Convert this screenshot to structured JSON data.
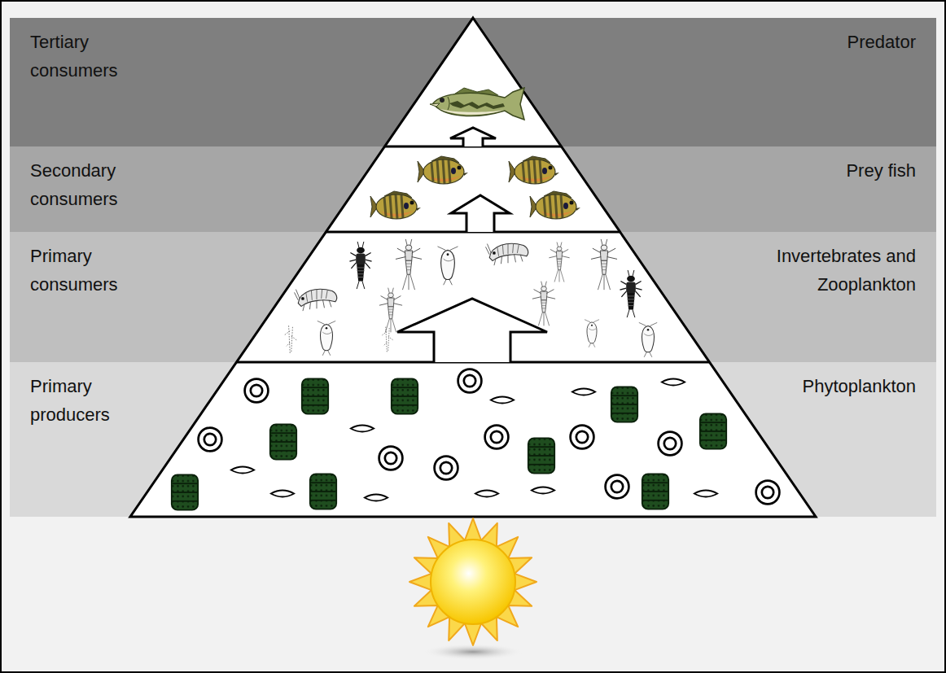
{
  "diagram": {
    "nodes": [
      {
        "text": [
          "Tertiary consumers",
          "Predator"
        ]
      },
      {
        "text": [
          "Secondary consumers",
          "Prey fish"
        ]
      },
      {
        "text": [
          "Primary consumers",
          "Invertebrates and Zooplankton"
        ]
      },
      {
        "text": [
          "Primary producers",
          "Phytoplankton"
        ]
      }
    ],
    "edges": [
      {
        "from": 3,
        "to": 2,
        "arrow": "to"
      },
      {
        "from": 2,
        "to": 1,
        "arrow": "to"
      },
      {
        "from": 1,
        "to": 0,
        "arrow": "to"
      }
    ]
  }
}
